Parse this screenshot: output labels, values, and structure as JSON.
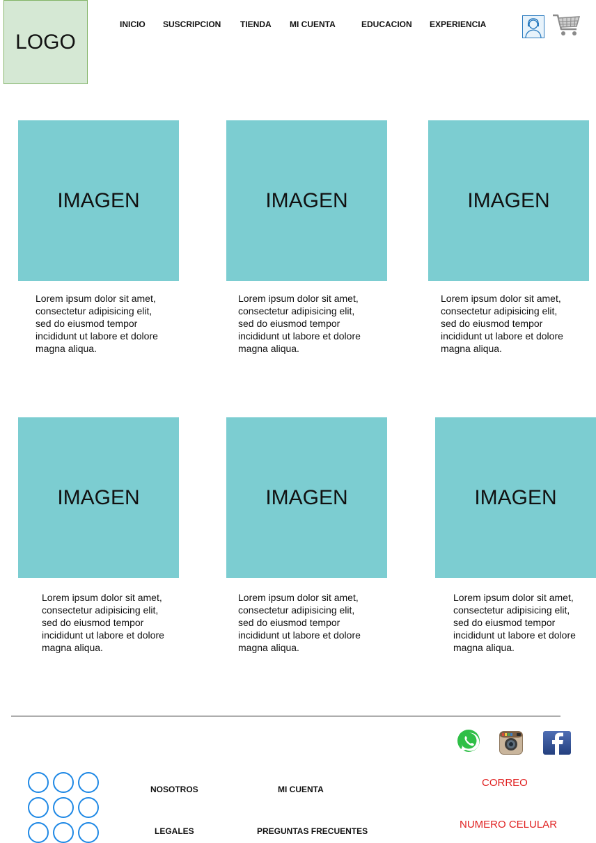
{
  "header": {
    "logo_text": "LOGO",
    "nav": [
      {
        "label": "INICIO"
      },
      {
        "label": "SUSCRIPCION"
      },
      {
        "label": "TIENDA"
      },
      {
        "label": "MI CUENTA"
      },
      {
        "label": "EDUCACION"
      },
      {
        "label": "EXPERIENCIA"
      }
    ],
    "icons": {
      "user": "user-avatar-icon",
      "cart": "shopping-cart-icon"
    }
  },
  "products": [
    {
      "image_label": "IMAGEN",
      "description": "Lorem ipsum dolor sit amet, consectetur adipisicing elit, sed do eiusmod tempor incididunt ut labore et dolore magna aliqua."
    },
    {
      "image_label": "IMAGEN",
      "description": "Lorem ipsum dolor sit amet, consectetur adipisicing elit, sed do eiusmod tempor incididunt ut labore et dolore magna aliqua."
    },
    {
      "image_label": "IMAGEN",
      "description": "Lorem ipsum dolor sit amet, consectetur adipisicing elit, sed do eiusmod tempor incididunt ut labore et dolore magna aliqua."
    },
    {
      "image_label": "IMAGEN",
      "description": "Lorem ipsum dolor sit amet, consectetur adipisicing elit, sed do eiusmod tempor incididunt ut labore et dolore magna aliqua."
    },
    {
      "image_label": "IMAGEN",
      "description": "Lorem ipsum dolor sit amet, consectetur adipisicing elit, sed do eiusmod tempor incididunt ut labore et dolore magna aliqua."
    },
    {
      "image_label": "IMAGEN",
      "description": "Lorem ipsum dolor sit amet, consectetur adipisicing elit, sed do eiusmod tempor incididunt ut labore et dolore magna aliqua."
    }
  ],
  "footer": {
    "social": [
      "whatsapp-icon",
      "instagram-icon",
      "facebook-icon"
    ],
    "links": {
      "about": "NOSOTROS",
      "account": "MI CUENTA",
      "legal": "LEGALES",
      "faq": "PREGUNTAS FRECUENTES"
    },
    "contact": {
      "email": "CORREO",
      "phone": "NUMERO CELULAR"
    }
  },
  "colors": {
    "logo_bg": "#d5e8d4",
    "logo_border": "#82b366",
    "image_placeholder": "#7ccdd1",
    "contact_text": "#e02020",
    "dots_stroke": "#1e88e5"
  }
}
